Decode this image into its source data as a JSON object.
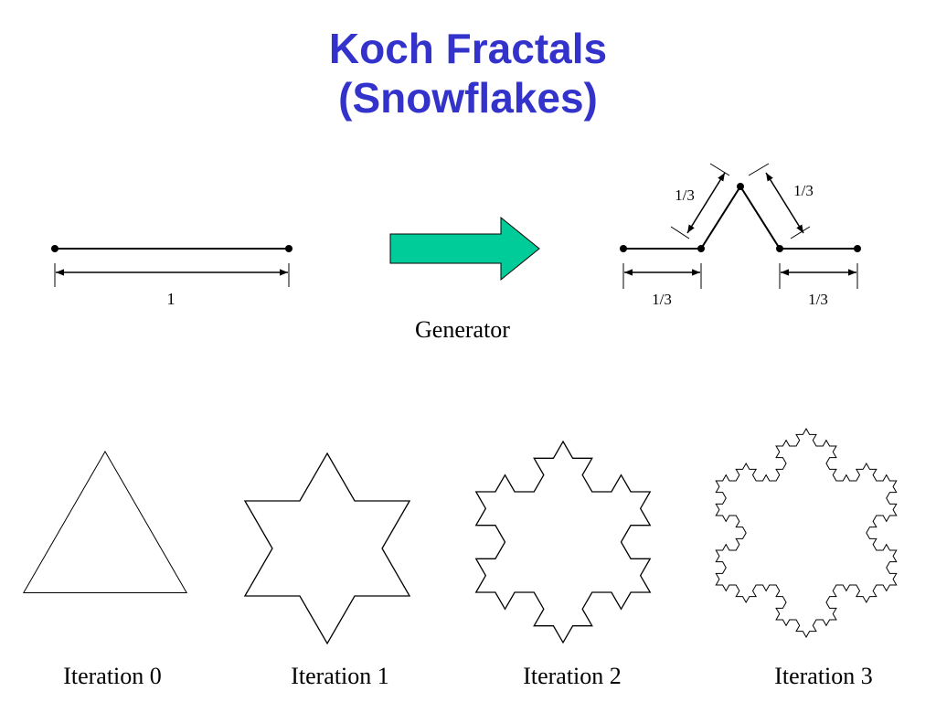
{
  "slide": {
    "title_line1": "Koch Fractals",
    "title_line2": "(Snowflakes)"
  },
  "colors": {
    "title": "#3333cc",
    "arrow_fill": "#00cc99",
    "stroke": "#000000"
  },
  "initiator": {
    "length_label": "1"
  },
  "generator": {
    "caption": "Generator",
    "segment_labels": [
      "1/3",
      "1/3",
      "1/3",
      "1/3"
    ]
  },
  "iterations": [
    {
      "label": "Iteration 0",
      "depth": 0
    },
    {
      "label": "Iteration 1",
      "depth": 1
    },
    {
      "label": "Iteration 2",
      "depth": 2
    },
    {
      "label": "Iteration 3",
      "depth": 3
    }
  ]
}
